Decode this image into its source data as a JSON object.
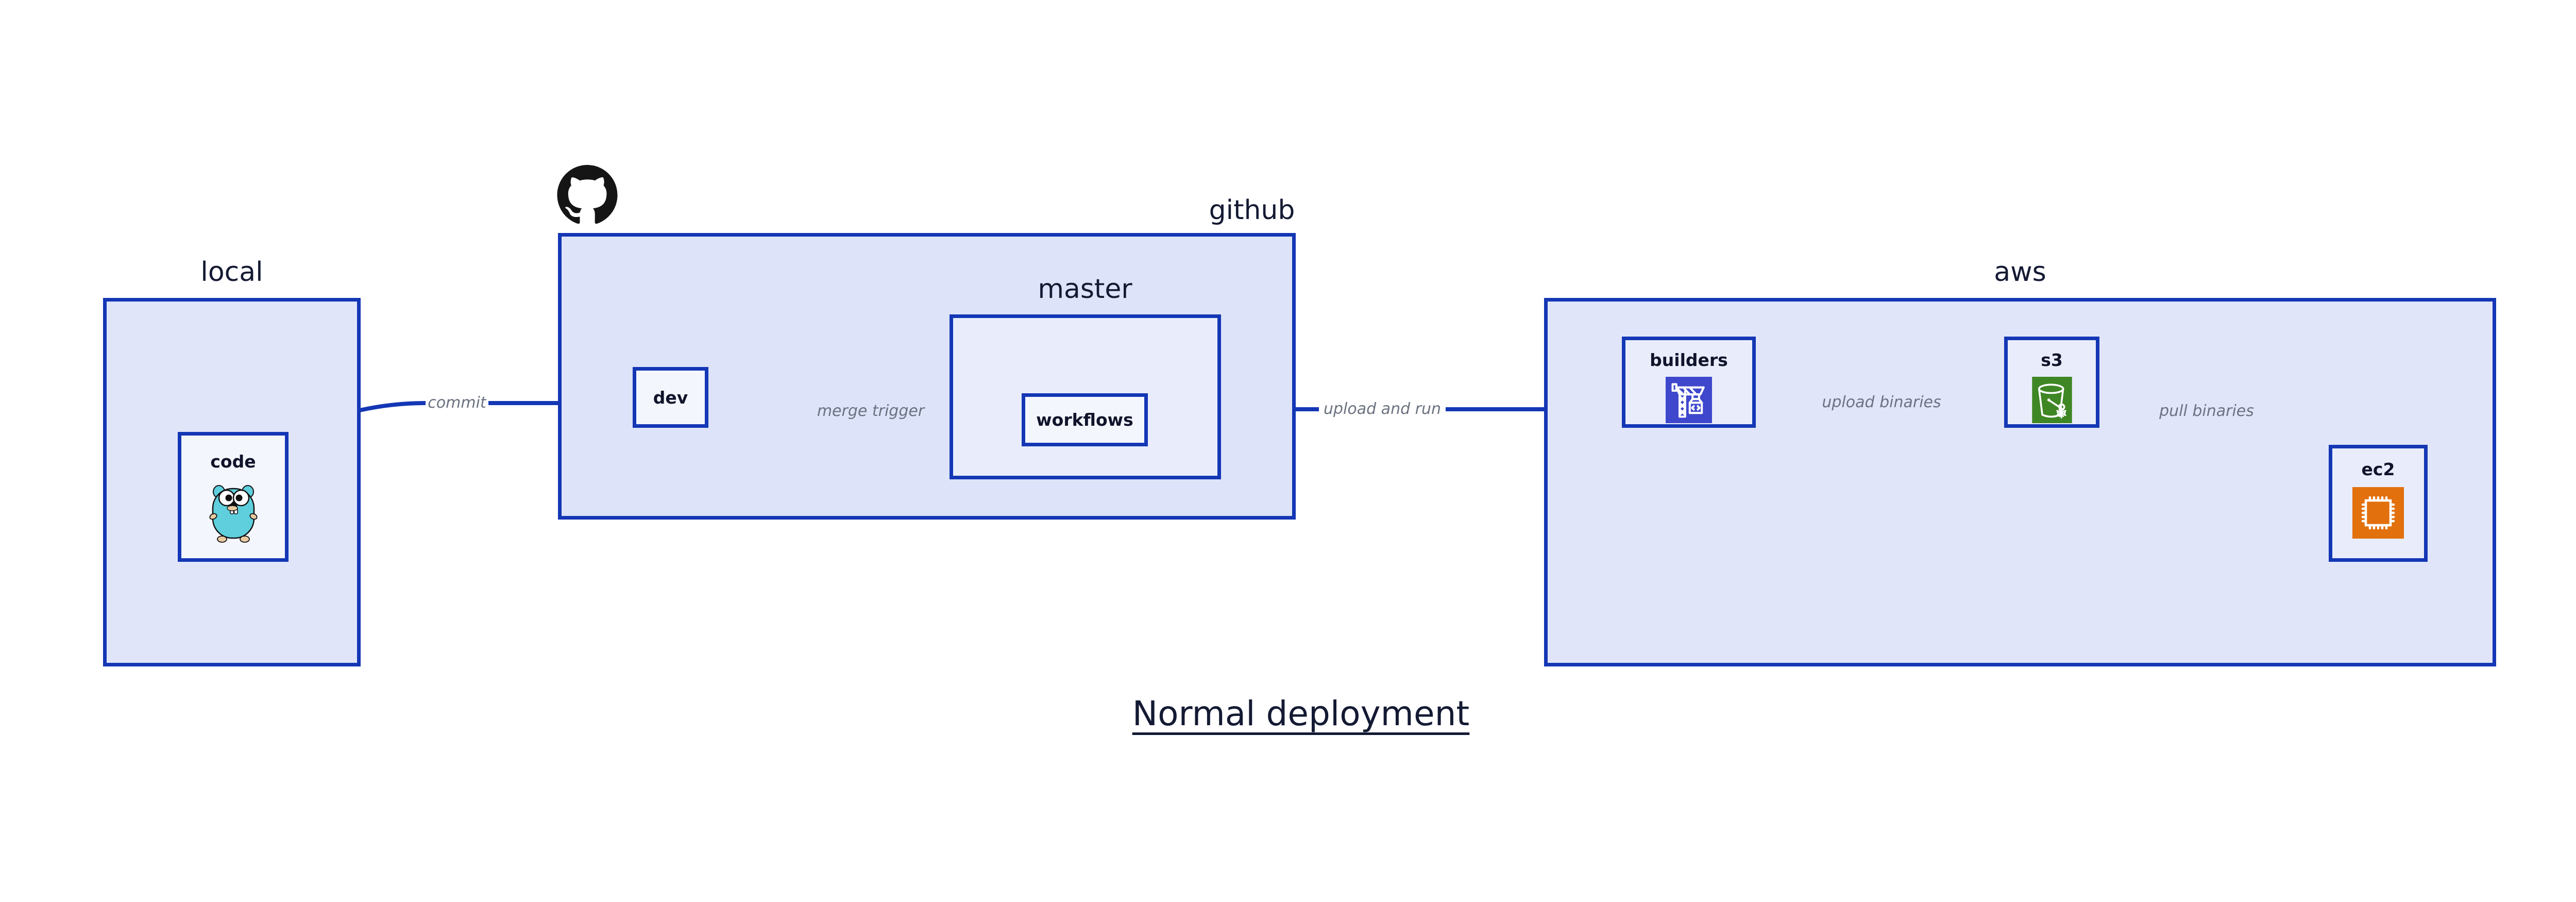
{
  "diagram": {
    "title": "Normal deployment",
    "containers": [
      {
        "key": "local",
        "label": "local"
      },
      {
        "key": "github",
        "label": "github"
      },
      {
        "key": "master",
        "label": "master"
      },
      {
        "key": "aws",
        "label": "aws"
      }
    ],
    "nodes": [
      {
        "key": "code",
        "label": "code",
        "icon": "go-gopher-icon"
      },
      {
        "key": "dev",
        "label": "dev",
        "icon": null
      },
      {
        "key": "workflows",
        "label": "workflows",
        "icon": null
      },
      {
        "key": "builders",
        "label": "builders",
        "icon": "aws-codebuild-crane-icon"
      },
      {
        "key": "s3",
        "label": "s3",
        "icon": "aws-s3-bucket-snowflake-icon"
      },
      {
        "key": "ec2",
        "label": "ec2",
        "icon": "aws-ec2-cpu-chip-icon"
      }
    ],
    "edges": [
      {
        "key": "commit",
        "label": "commit",
        "from": "code",
        "to": "dev"
      },
      {
        "key": "merge",
        "label": "merge trigger",
        "from": "dev",
        "to": "workflows"
      },
      {
        "key": "upload_run",
        "label": "upload and run",
        "from": "workflows",
        "to": "builders"
      },
      {
        "key": "upload_bin",
        "label": "upload binaries",
        "from": "builders",
        "to": "s3"
      },
      {
        "key": "pull",
        "label": "pull binaries",
        "from": "s3",
        "to": "ec2"
      }
    ],
    "logos": [
      {
        "key": "github_mark",
        "icon": "github-octocat-icon"
      }
    ],
    "colors": {
      "edge": "#1437b5",
      "border": "#1437b5",
      "container_fill": "#e0e5f9",
      "github_fill": "#dde3f8",
      "master_fill": "#e9edfb",
      "node_fill": "#e9edfb",
      "node_fill_light": "#f4f6fd",
      "title_text": "#141a33",
      "edge_label_text": "#6b7280",
      "codebuild_purple": "#3f48cc",
      "s3_green": "#3f8624",
      "ec2_orange": "#e2700d",
      "gopher_teal": "#5fcfdd",
      "octocat_black": "#151515"
    }
  }
}
